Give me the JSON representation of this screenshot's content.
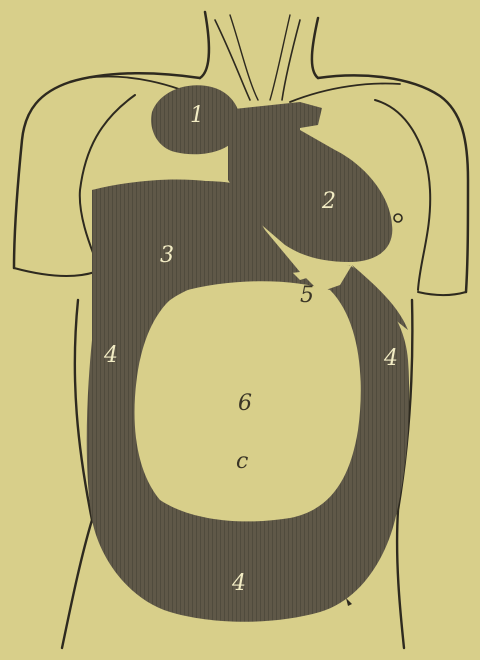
{
  "figure": {
    "labels": {
      "region_1": "1",
      "region_2": "2",
      "region_3": "3",
      "region_4_left": "4",
      "region_4_right": "4",
      "region_4_bottom": "4",
      "region_5": "5",
      "region_6": "6",
      "navel_mark": "c"
    },
    "colors": {
      "paper": "#d8cf8a",
      "ink": "#2e2a1f",
      "shade": "#5f5848",
      "shade_dark": "#4a4538",
      "light_text": "#f2ecc4"
    }
  }
}
